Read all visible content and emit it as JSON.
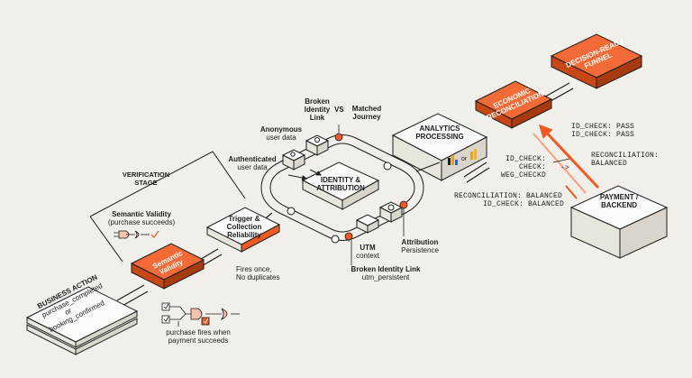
{
  "colors": {
    "background": "#f1efe9",
    "accent": "#ee5a24",
    "ink": "#1d1d1d",
    "box_face": "#fafaf7"
  },
  "nodes": {
    "business_action": {
      "title": "BUSINESS ACTION",
      "line1": "purchase_completed",
      "line2": "or",
      "line3": "booking_confirmed"
    },
    "semantic_validity": {
      "line1": "Semantic",
      "line2": "Validity"
    },
    "trigger": {
      "line1": "Trigger &",
      "line2": "Collection",
      "line3": "Reliability"
    },
    "identity": {
      "line1": "IDENTITY &",
      "line2": "ATTRIBUTION"
    },
    "analytics": {
      "line1": "ANALYTICS",
      "line2": "PROCESSING"
    },
    "economic": {
      "line1": "ECONOMIC",
      "line2": "RECONCILIATION"
    },
    "funnel": {
      "line1": "DECISION-READY",
      "line2": "FUNNEL"
    },
    "payment": {
      "line1": "PAYMENT /",
      "line2": "BACKEND"
    }
  },
  "labels": {
    "verification_stage": {
      "line1": "VERIFICATION",
      "line2": "STAGE"
    },
    "semantic_note": {
      "line1": "Semantic Validity",
      "line2": "(purchase succeeds)"
    },
    "fires_once": {
      "line1": "Fires once,",
      "line2": "No duplicates"
    },
    "purchase_fires": {
      "line1": "purchase fires when",
      "line2": "payment succeeds"
    },
    "broken_identity": {
      "line1": "Broken",
      "line2": "Identity",
      "line3": "Link"
    },
    "vs": "VS",
    "matched_journey": {
      "line1": "Matched",
      "line2": "Journey"
    },
    "anonymous": {
      "line1": "Anonymous",
      "line2": "user data"
    },
    "authenticated": {
      "line1": "Authenticated",
      "line2": "user data"
    },
    "utm_context": {
      "line1": "UTM",
      "line2": "context"
    },
    "attribution_persistence": {
      "line1": "Attribution",
      "line2": "Persistence"
    },
    "broken_identity_link": {
      "line1": "Broken Identity Link",
      "line2": "utm_persistent"
    },
    "or_small": "or"
  },
  "checks": {
    "id_check_pass_1": "ID_CHECK: PASS",
    "id_check_pass_2": "ID_CHECK: PASS",
    "recon_balanced_1": "RECONCILIATION:",
    "recon_balanced_2": "BALANCED",
    "id_check_left_1": "ID_CHECK:",
    "id_check_left_2": "CHECK:",
    "id_check_left_3": "WEG_CHECKD",
    "arrow_sym": "->",
    "recon_bottom": "RECONCILIATION: BALANCED",
    "id_check_bottom": "ID_CHECK: BALANCED"
  },
  "icons": {
    "logic_gate": "logic-gate-icon",
    "checkbox": "checkbox-icon",
    "user": "user-icon",
    "add_user": "add-user-icon",
    "globe": "globe-icon",
    "grid": "grid-icon",
    "bar_chart": "bar-chart-icon"
  }
}
